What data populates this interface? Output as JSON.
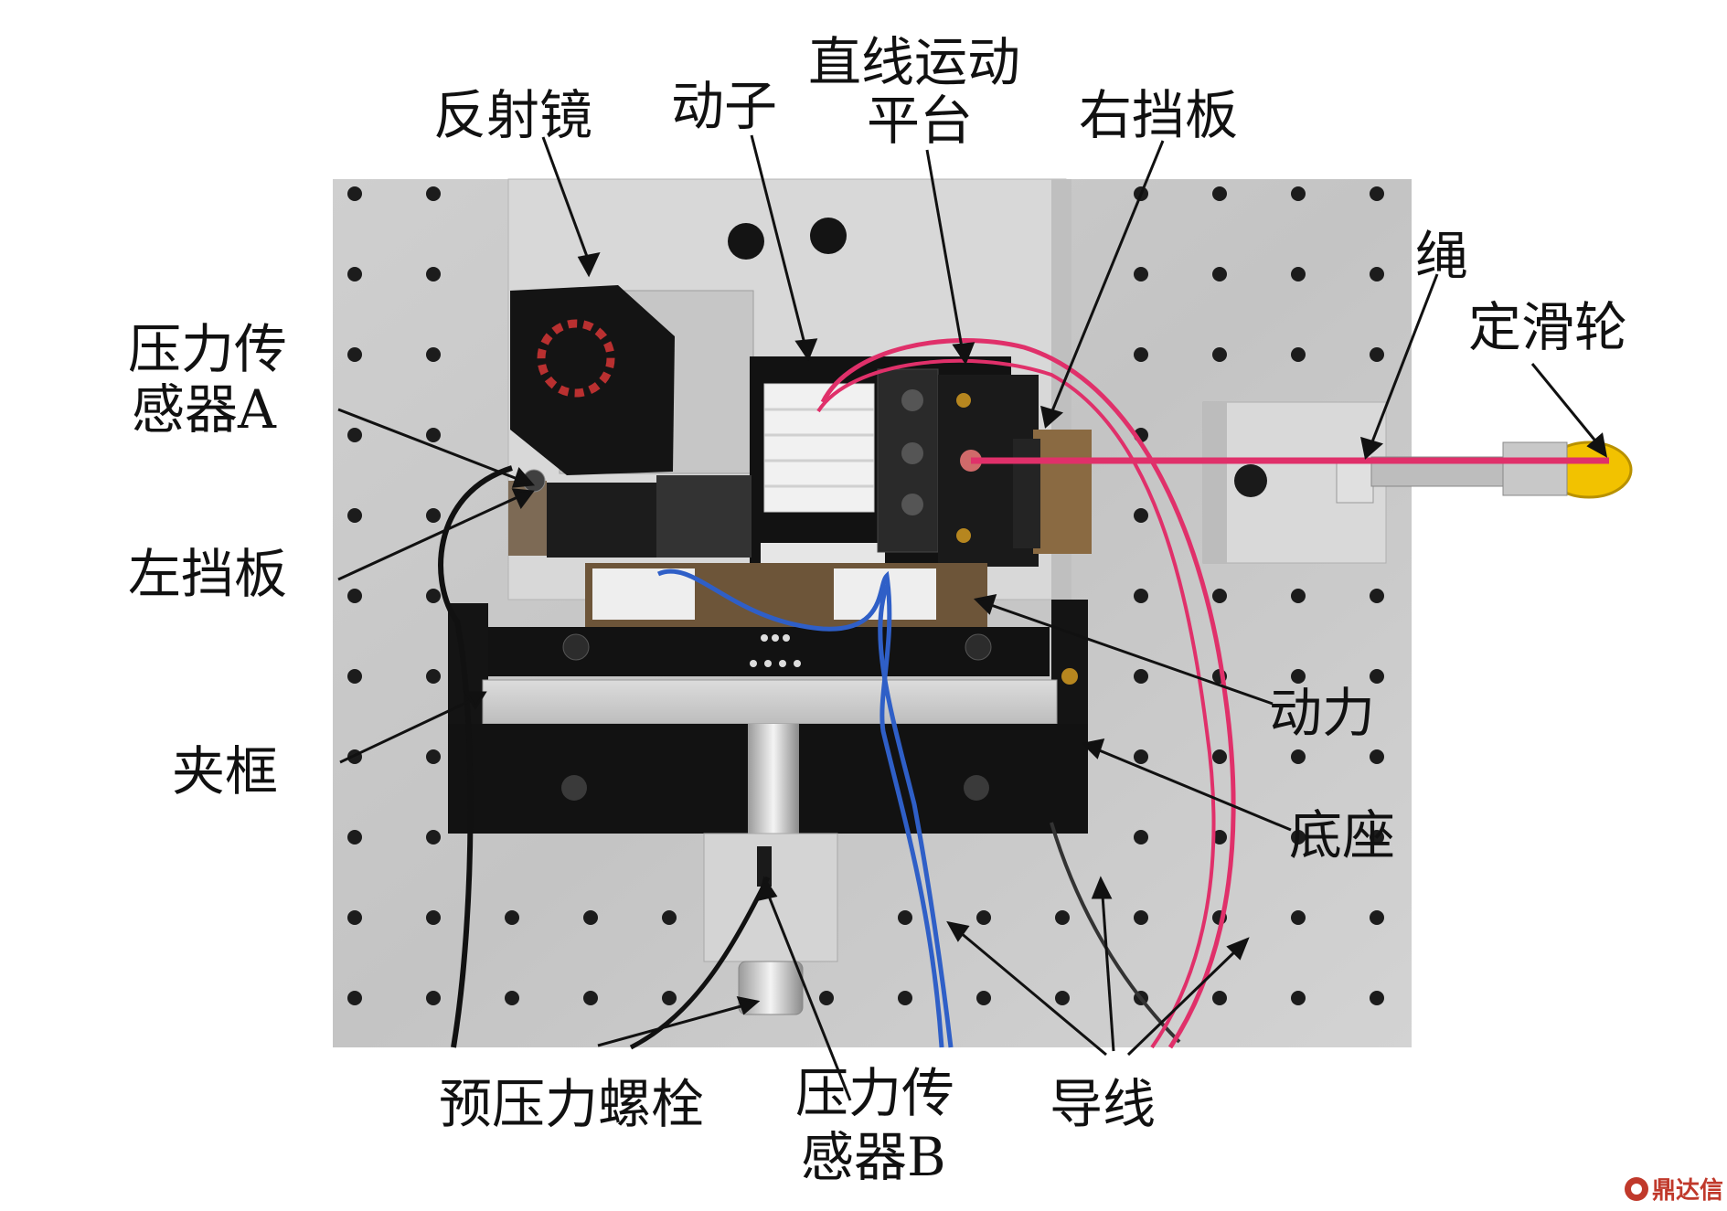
{
  "labels": {
    "mirror": "反射镜",
    "mover": "动子",
    "linear_stage_line1": "直线运动",
    "linear_stage_line2": "平台",
    "right_baffle": "右挡板",
    "rope": "绳",
    "fixed_pulley": "定滑轮",
    "sensor_a_line1": "压力传",
    "sensor_a_line2": "感器A",
    "left_baffle": "左挡板",
    "clamp_frame": "夹框",
    "power": "动力",
    "base": "底座",
    "preload_bolt": "预压力螺栓",
    "sensor_b_line1": "压力传",
    "sensor_b_line2": "感器B",
    "wires": "导线"
  },
  "watermark": "鼎达信",
  "colors": {
    "plate": "#c9c9c9",
    "wire_red": "#e0306a",
    "wire_blue": "#2f5fc7",
    "dark_block": "#161616",
    "pulley_yellow": "#f2c200"
  }
}
